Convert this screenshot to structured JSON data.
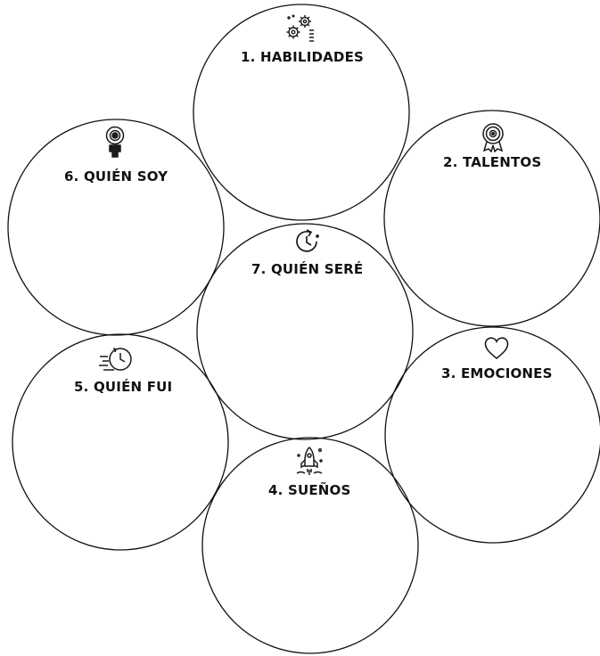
{
  "diagram": {
    "colors": {
      "stroke": "#111111",
      "fill": "#ffffff",
      "icon": "#1a1a1a"
    },
    "nodes": [
      {
        "id": "habilidades",
        "label": "1. HABILIDADES",
        "icon": "gears-icon"
      },
      {
        "id": "talentos",
        "label": "2. TALENTOS",
        "icon": "medal-icon"
      },
      {
        "id": "emociones",
        "label": "3. EMOCIONES",
        "icon": "heart-icon"
      },
      {
        "id": "suenos",
        "label": "4. SUEÑOS",
        "icon": "rocket-icon"
      },
      {
        "id": "quien-fui",
        "label": "5. QUIÉN FUI",
        "icon": "past-time-icon"
      },
      {
        "id": "quien-soy",
        "label": "6. QUIÉN SOY",
        "icon": "person-target-icon"
      },
      {
        "id": "quien-sere",
        "label": "7. QUIÉN SERÉ",
        "icon": "future-clock-icon"
      }
    ]
  }
}
